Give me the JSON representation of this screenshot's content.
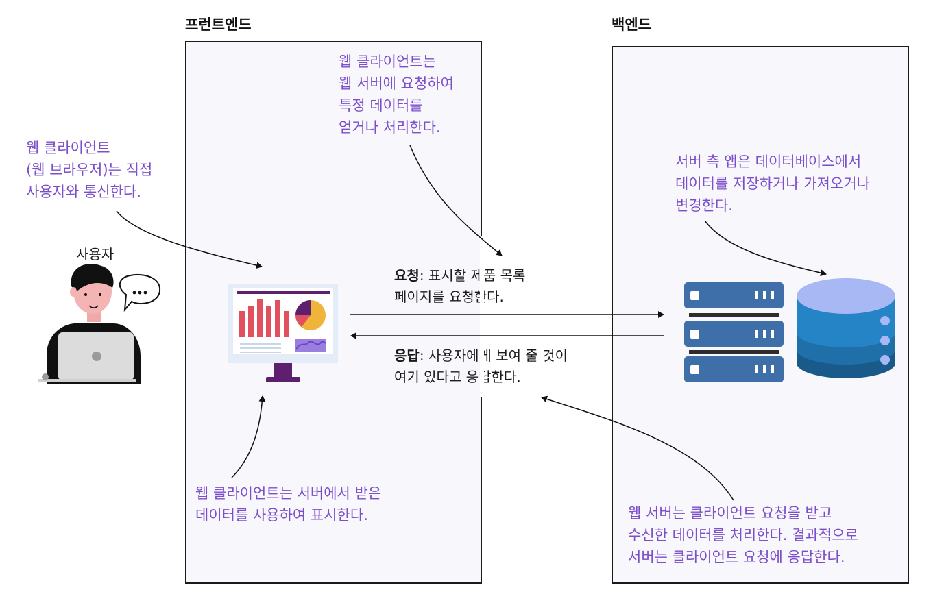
{
  "frontend": {
    "title": "프런트엔드"
  },
  "backend": {
    "title": "백엔드"
  },
  "user": {
    "label": "사용자",
    "speech_icon": "speech-bubble-icon"
  },
  "notes": {
    "user_comm": "웹 클라이언트\n(웹 브라우저)는 직접\n사용자와 통신한다.",
    "client_request": "웹 클라이언트는\n웹 서버에 요청하여\n특정 데이터를\n얻거나 처리한다.",
    "client_display": "웹 클라이언트는 서버에서 받은\n데이터를 사용하여 표시한다.",
    "server_db": "서버 측 앱은 데이터베이스에서\n데이터를 저장하거나 가져오거나\n변경한다.",
    "server_response": "웹 서버는 클라이언트 요청을 받고\n수신한 데이터를 처리한다. 결과적으로\n서버는 클라이언트 요청에 응답한다."
  },
  "request": {
    "label": "요청",
    "line1": ": 표시할 제품 목록",
    "line2": "페이지를 요청한다."
  },
  "response": {
    "label": "응답",
    "line1": ": 사용자에게 보여 줄 것이",
    "line2": "여기 있다고 응답한다."
  },
  "colors": {
    "note_text": "#7b4fc9",
    "server_blue": "#3f6fa8",
    "db_top": "#a7b8f5",
    "db_mid": "#2584c6",
    "db_dark": "#1a5a8a",
    "monitor_purple": "#5e1f6e",
    "chart_red": "#e0505f",
    "pie_yellow": "#f0b43a"
  }
}
